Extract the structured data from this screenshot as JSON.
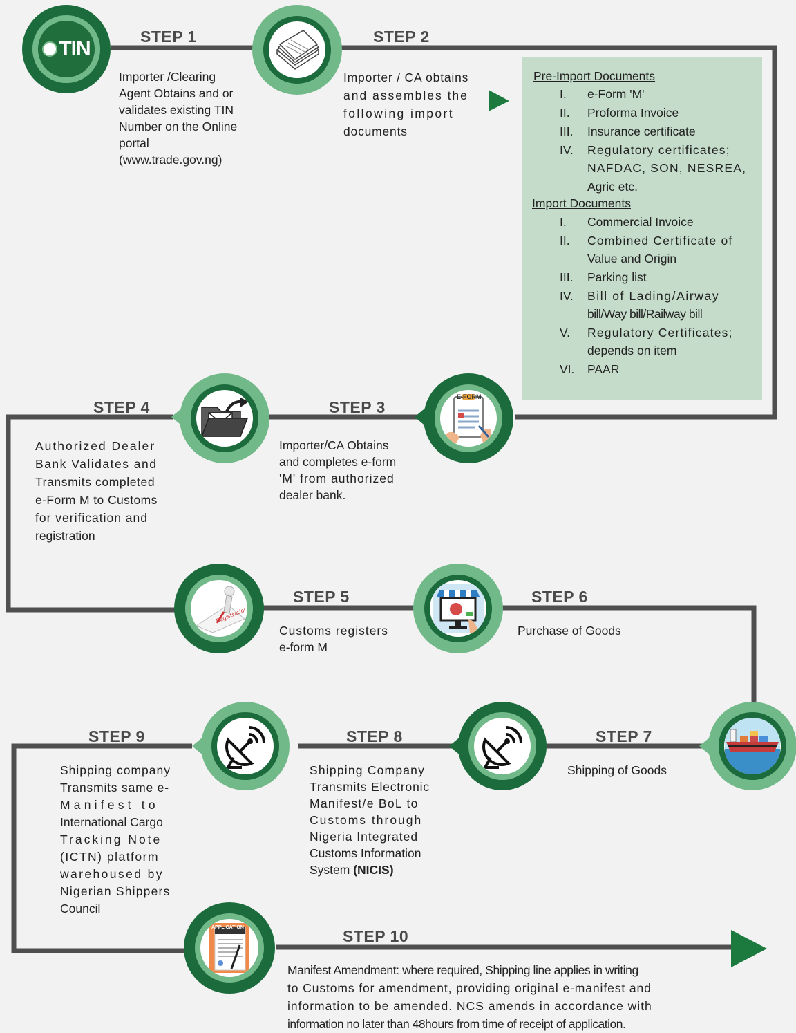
{
  "steps": [
    {
      "label": "STEP 1",
      "desc": [
        "Importer /Clearing",
        "Agent Obtains and or",
        "validates existing TIN",
        "Number on the Online",
        "portal",
        "(www.trade.gov.ng)"
      ],
      "icon": "tin-logo-icon"
    },
    {
      "label": "STEP 2",
      "desc": [
        "Importer / CA obtains",
        "and assembles the",
        "following import",
        "documents"
      ],
      "icon": "documents-stack-icon"
    },
    {
      "label": "STEP 3",
      "desc": [
        "Importer/CA Obtains",
        "and completes e-form",
        "'M' from authorized",
        "dealer bank."
      ],
      "icon": "e-form-clipboard-icon"
    },
    {
      "label": "STEP 4",
      "desc": [
        "Authorized Dealer",
        "Bank Validates and",
        "Transmits completed",
        "e-Form M to Customs",
        "for verification and",
        "registration"
      ],
      "icon": "folder-send-icon"
    },
    {
      "label": "STEP 5",
      "desc": [
        "Customs registers",
        "e-form M"
      ],
      "icon": "registration-stamp-icon"
    },
    {
      "label": "STEP 6",
      "desc": [
        "Purchase of Goods"
      ],
      "icon": "online-shop-icon"
    },
    {
      "label": "STEP 7",
      "desc": [
        "Shipping of Goods"
      ],
      "icon": "cargo-ship-icon"
    },
    {
      "label": "STEP 8",
      "desc": [
        "Shipping Company",
        "Transmits Electronic",
        "Manifest/e BoL to",
        "Customs through",
        "Nigeria Integrated",
        "Customs Information"
      ],
      "desc_last": "System ",
      "desc_bold": "(NICIS)",
      "icon": "satellite-dish-icon"
    },
    {
      "label": "STEP 9",
      "desc": [
        "Shipping company",
        "Transmits same e-",
        "Manifest to",
        "International Cargo",
        "Tracking Note",
        "(ICTN) platform",
        "warehoused by",
        "Nigerian Shippers",
        "Council"
      ],
      "icon": "satellite-dish-icon"
    },
    {
      "label": "STEP 10",
      "desc": [
        "Manifest Amendment: where required, Shipping line applies in writing",
        "to Customs for amendment, providing original e-manifest and",
        "information to be amended. NCS amends in accordance with",
        "information no later than 48hours from time of receipt of application."
      ],
      "icon": "application-form-icon"
    }
  ],
  "tin_logo_text": "TIN",
  "eform_text": "E-FORM",
  "application_text": "APPLICATION",
  "documents": {
    "pre_import_heading": "Pre-Import Documents",
    "pre_import": [
      {
        "num": "I.",
        "lines": [
          "e-Form 'M'"
        ]
      },
      {
        "num": "II.",
        "lines": [
          "Proforma Invoice"
        ]
      },
      {
        "num": "III.",
        "lines": [
          "Insurance certificate"
        ]
      },
      {
        "num": "IV.",
        "lines": [
          "Regulatory certificates;",
          "NAFDAC, SON, NESREA,",
          "Agric etc."
        ]
      }
    ],
    "import_heading": "Import Documents",
    "import": [
      {
        "num": "I.",
        "lines": [
          "Commercial Invoice"
        ]
      },
      {
        "num": "II.",
        "lines": [
          "Combined Certificate of",
          "Value and Origin"
        ]
      },
      {
        "num": "III.",
        "lines": [
          "Parking list"
        ]
      },
      {
        "num": "IV.",
        "lines": [
          "Bill of Lading/Airway",
          "bill/Way bill/Railway bill"
        ]
      },
      {
        "num": "V.",
        "lines": [
          "Regulatory Certificates;",
          "depends on item"
        ]
      },
      {
        "num": "VI.",
        "lines": [
          "PAAR"
        ]
      }
    ]
  },
  "colors": {
    "dark_green": "#1c6b3c",
    "light_green": "#72b98a",
    "box_green": "#c4dcc9",
    "line_gray": "#4f4f4f"
  }
}
